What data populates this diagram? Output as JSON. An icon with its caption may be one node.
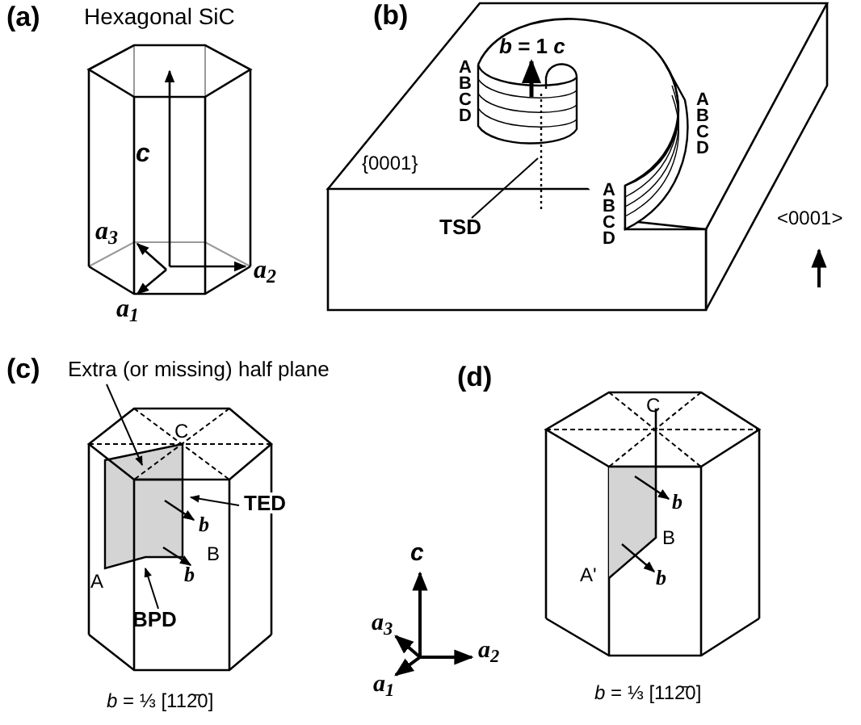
{
  "diagram": {
    "nodes": [
      {
        "text": [
          "Extra (or missing) half plane"
        ]
      },
      {
        "text": [
          "TED"
        ]
      },
      {
        "text": [
          "BPD"
        ]
      },
      {
        "text": [
          "TSD"
        ]
      },
      {
        "text": [],
        "shape": "box"
      },
      {
        "text": [],
        "shape": "line"
      }
    ],
    "edges": [
      {
        "from": 0,
        "to": 4,
        "arrow": "to"
      },
      {
        "from": 1,
        "to": 4,
        "arrow": "to"
      },
      {
        "from": 2,
        "to": 4,
        "arrow": "to"
      },
      {
        "from": 3,
        "to": 5,
        "arrow": "none"
      }
    ],
    "labels": [
      "(a)",
      "Hexagonal SiC",
      "c",
      "a$_{3}$",
      "a$_{2}$",
      "a$_{1}$",
      "(b)",
      "*b* = 1 *c*",
      "A",
      "B",
      "C",
      "D",
      "A",
      "B",
      "C",
      "D",
      "A",
      "B",
      "C",
      "D",
      "{0001}",
      "<0001>",
      "(c)",
      "C",
      "b",
      "B",
      "A",
      "b",
      "*b* = ⅓ [112̄0]",
      "c",
      "a$_{3}$",
      "a$_{2}$",
      "a$_{1}$",
      "(d)",
      "C",
      "b",
      "B",
      "A'",
      "b",
      "*b* = ⅓ [112̄0]"
    ]
  }
}
